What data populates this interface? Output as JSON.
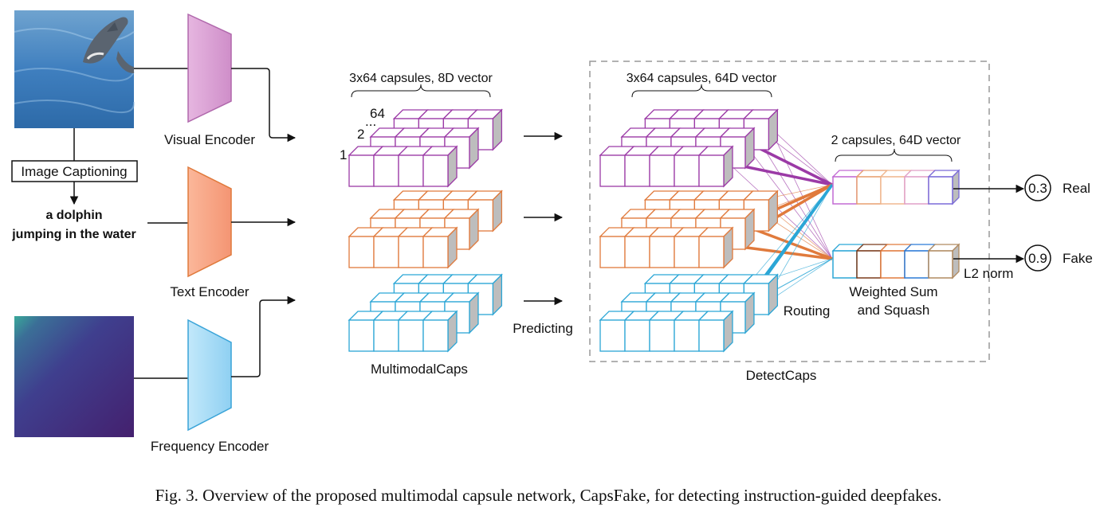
{
  "figure": {
    "caption": "Fig. 3.  Overview of the proposed multimodal capsule network, CapsFake, for detecting instruction-guided deepfakes."
  },
  "inputs": {
    "image_captioning_label": "Image Captioning",
    "caption_line1": "a dolphin",
    "caption_line2": "jumping in the water"
  },
  "encoders": {
    "visual": "Visual Encoder",
    "text": "Text Encoder",
    "frequency": "Frequency Encoder"
  },
  "multimodal": {
    "header": "3x64 capsules, 8D vector",
    "index_64": "64",
    "index_dots": "...",
    "index_2": "2",
    "index_1": "1",
    "label": "MultimodalCaps"
  },
  "predicting_label": "Predicting",
  "detect": {
    "header": "3x64 capsules, 64D vector",
    "routing_label": "Routing",
    "label": "DetectCaps",
    "out_header": "2 capsules, 64D vector",
    "weighted_sum_line1": "Weighted Sum",
    "weighted_sum_line2": "and Squash"
  },
  "outputs": {
    "real_value": "0.3",
    "real_label": "Real",
    "fake_value": "0.9",
    "fake_label": "Fake",
    "l2_label": "L2 norm"
  },
  "colors": {
    "visual": "#9b3aa6",
    "text": "#e07a3c",
    "frequency": "#2ba6d6",
    "visual_fill": "#d9a6d6",
    "text_fill": "#f7a98a",
    "frequency_fill": "#a8dcf5"
  }
}
